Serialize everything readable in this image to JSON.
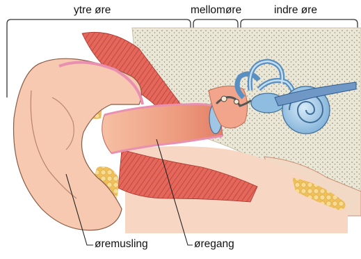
{
  "labels": {
    "outer_ear": "ytre øre",
    "middle_ear": "mellomøre",
    "inner_ear": "indre øre",
    "auricle": "øremusling",
    "ear_canal": "øregang"
  },
  "colors": {
    "skin": "#f6c9b0",
    "skin_shadow": "#e9a98a",
    "canal": "#f0a68a",
    "canal_inner": "#e88e73",
    "bone": "#eae6d6",
    "bone_dots": "#9b9687",
    "fat": "#f3d27a",
    "muscle": "#d9534a",
    "cochlea": "#9ec7e6",
    "cochlea_dark": "#4f8fc4",
    "nerve": "#5b86b8",
    "outline": "#333333"
  }
}
